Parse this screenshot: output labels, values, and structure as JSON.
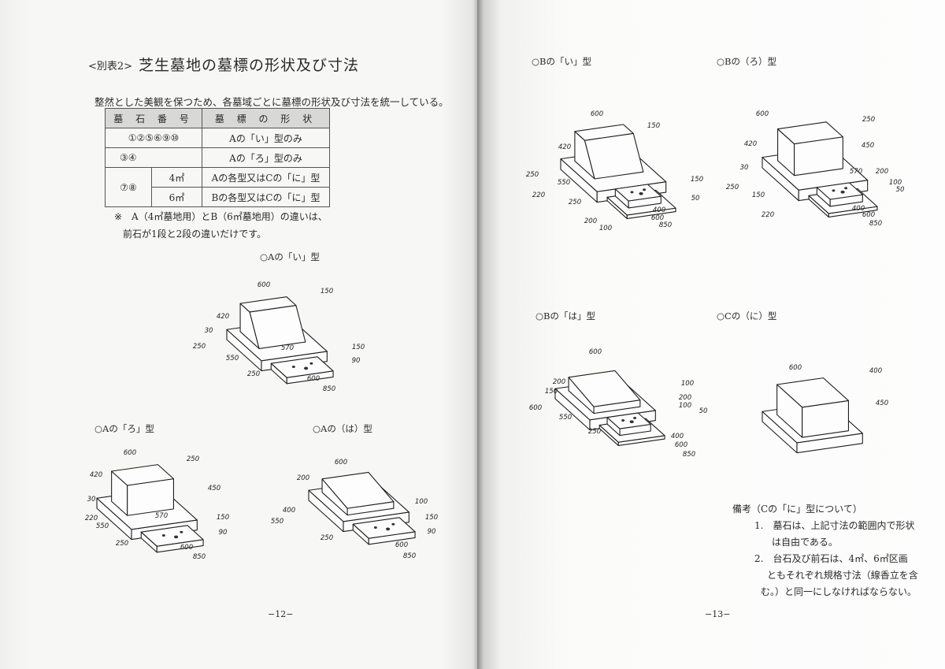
{
  "left_page": {
    "title_tag": "<別表2>",
    "title": "芝生墓地の墓標の形状及び寸法",
    "intro": "整然とした美観を保つため、各墓域ごとに墓標の形状及び寸法を統一している。",
    "table": {
      "headers": [
        "墓 石 番 号",
        "墓 標 の 形 状"
      ],
      "rows": [
        {
          "stones": "①②⑤⑥⑨⑩",
          "shape": "Aの「い」型のみ"
        },
        {
          "stones": "③④",
          "shape": "Aの「ろ」型のみ"
        },
        {
          "stones": "⑦⑧",
          "area": "4㎡",
          "shape": "Aの各型又はCの「に」型"
        },
        {
          "area": "6㎡",
          "shape": "Bの各型又はCの「に」型"
        }
      ]
    },
    "note_line1": "※　A（4㎡墓地用）とB（6㎡墓地用）の違いは、",
    "note_line2": "前石が1段と2段の違いだけです。",
    "page_number": "−12−"
  },
  "right_page": {
    "remarks_title": "備考（Cの「に」型について）",
    "remarks": [
      "1.　墓石は、上記寸法の範囲内で形状",
      "は自由である。",
      "2.　台石及び前石は、4㎡、6㎡区画",
      "ともそれぞれ規格寸法（線香立を含",
      "む。）と同一にしなければならない。"
    ],
    "page_number": "−13−"
  },
  "figures": [
    {
      "id": "a-i",
      "caption": "○Aの「い」型",
      "dims": [
        "600",
        "150",
        "420",
        "30",
        "250",
        "550",
        "570",
        "150",
        "90",
        "250",
        "600",
        "850"
      ]
    },
    {
      "id": "a-ro",
      "caption": "○Aの「ろ」型",
      "dims": [
        "600",
        "250",
        "420",
        "450",
        "30",
        "220",
        "550",
        "570",
        "150",
        "90",
        "250",
        "600",
        "850"
      ]
    },
    {
      "id": "a-ha",
      "caption": "○Aの（は）型",
      "dims": [
        "600",
        "200",
        "400",
        "550",
        "100",
        "150",
        "90",
        "250",
        "600",
        "850"
      ]
    },
    {
      "id": "b-i",
      "caption": "○Bの「い」型",
      "dims": [
        "600",
        "150",
        "420",
        "250",
        "220",
        "550",
        "150",
        "50",
        "250",
        "400",
        "600",
        "850",
        "200",
        "100"
      ]
    },
    {
      "id": "b-ro",
      "caption": "○Bの（ろ）型",
      "dims": [
        "600",
        "250",
        "420",
        "450",
        "30",
        "570",
        "200",
        "100",
        "250",
        "150",
        "50",
        "220",
        "400",
        "600",
        "850"
      ]
    },
    {
      "id": "b-ha",
      "caption": "○Bの「は」型",
      "dims": [
        "600",
        "200",
        "150",
        "100",
        "200",
        "100",
        "50",
        "600",
        "550",
        "250",
        "400",
        "600",
        "850"
      ]
    },
    {
      "id": "c-ni",
      "caption": "○Cの（に）型",
      "dims": [
        "600",
        "400",
        "450"
      ]
    }
  ]
}
